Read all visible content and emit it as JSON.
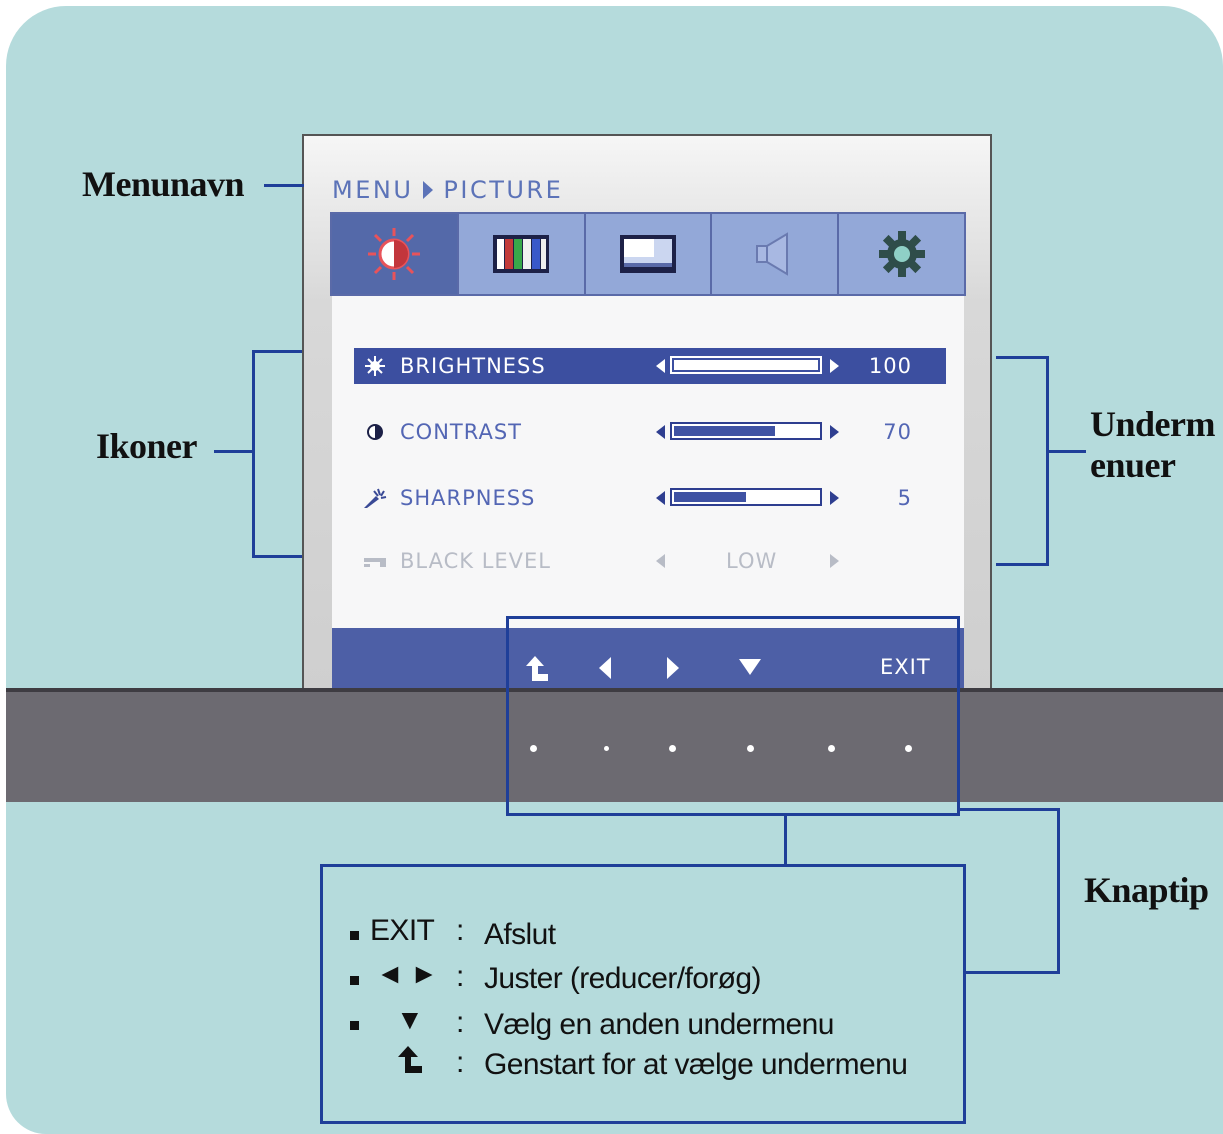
{
  "callouts": {
    "menu_name": "Menunavn",
    "icons": "Ikoner",
    "submenus": "Underm\nenuer",
    "button_tip": "Knaptip"
  },
  "osd": {
    "breadcrumb_menu": "MENU",
    "breadcrumb_page": "PICTURE",
    "tabs": [
      {
        "name": "brightness-picture-icon",
        "active": true
      },
      {
        "name": "color-bars-icon",
        "active": false
      },
      {
        "name": "display-position-icon",
        "active": false
      },
      {
        "name": "speaker-icon",
        "active": false
      },
      {
        "name": "gear-icon",
        "active": false
      }
    ],
    "rows": [
      {
        "label": "BRIGHTNESS",
        "value": "100",
        "level": 1.0,
        "state": "selected",
        "icon": "sun-icon"
      },
      {
        "label": "CONTRAST",
        "value": "70",
        "level": 0.7,
        "state": "normal",
        "icon": "contrast-icon"
      },
      {
        "label": "SHARPNESS",
        "value": "5",
        "level": 0.5,
        "state": "normal",
        "icon": "sharpness-icon"
      },
      {
        "label": "BLACK LEVEL",
        "value": "LOW",
        "state": "disabled",
        "icon": "black-level-icon"
      }
    ],
    "exit_label": "EXIT"
  },
  "legend": {
    "items": [
      {
        "key": "EXIT",
        "sep": ":",
        "desc": "Afslut"
      },
      {
        "key": "◄ ►",
        "sep": ":",
        "desc": "Juster (reducer/forøg)"
      },
      {
        "key": "▼",
        "sep": ":",
        "desc": "Vælg en anden undermenu"
      },
      {
        "key": "⮤",
        "sep": ":",
        "desc": "Genstart for at vælge undermenu"
      }
    ]
  },
  "colors": {
    "background": "#b5dbdc",
    "accent_line": "#1f3f99",
    "osd_selected": "#3c4fa0",
    "stand": "#6c6a71"
  }
}
